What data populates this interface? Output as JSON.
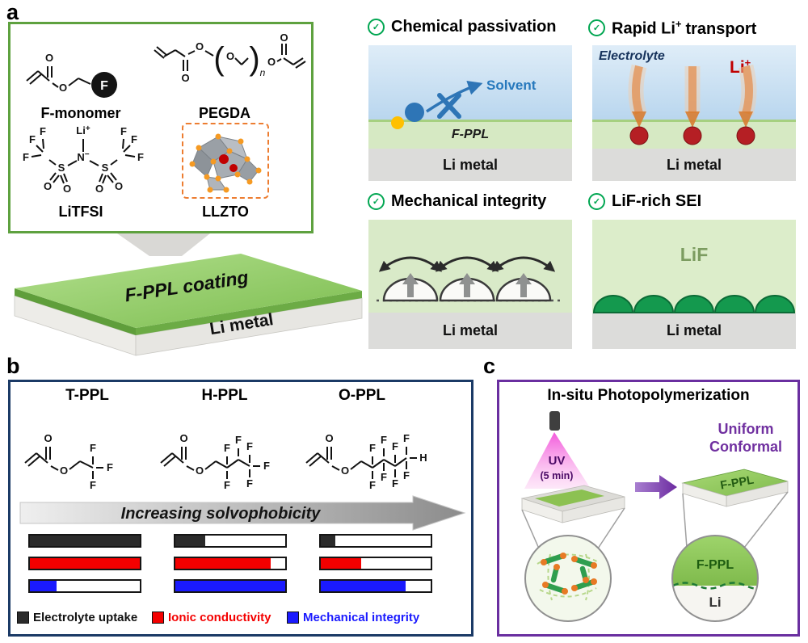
{
  "colors": {
    "panel_a_border": "#5ea13f",
    "panel_b_border": "#1b3a66",
    "panel_c_border": "#6a2fa0",
    "check_green": "#00a651",
    "coating_green": "#8cc152",
    "solvent_blue": "#2779bd",
    "ion_red": "#c00000",
    "orange_arrow": "#d87c30",
    "lif_green": "#14994e",
    "purple_text": "#7030a0"
  },
  "icons": {
    "check": "✓"
  },
  "tokens": {
    "O": "O",
    "F": "F",
    "N": "N",
    "S": "S",
    "Li": "Li",
    "plus": "+",
    "minus": "−",
    "n": "n",
    "H": "H",
    "lparen": "(",
    "rparen": ")"
  },
  "panel_a": {
    "label": "a",
    "monomers": {
      "f_monomer": "F-monomer",
      "pegda": "PEGDA",
      "litfsi": "LiTFSI",
      "llzto": "LLZTO"
    },
    "slab": {
      "coating": "F-PPL coating",
      "metal": "Li metal"
    },
    "features": {
      "passivation": {
        "title": "Chemical passivation",
        "solvent": "Solvent",
        "layer": "F-PPL",
        "metal": "Li metal"
      },
      "transport": {
        "title_pre": "Rapid Li",
        "title_sup": "+",
        "title_post": "transport",
        "electrolyte": "Electrolyte",
        "ion": "Li",
        "ion_sup": "+",
        "metal": "Li metal"
      },
      "mechanical": {
        "title": "Mechanical integrity",
        "metal": "Li metal"
      },
      "sei": {
        "title": "LiF-rich SEI",
        "layer": "LiF",
        "metal": "Li metal"
      }
    }
  },
  "panel_b": {
    "label": "b",
    "structures": [
      {
        "name": "T-PPL"
      },
      {
        "name": "H-PPL"
      },
      {
        "name": "O-PPL"
      }
    ],
    "arrow_label": "Increasing solvophobicity",
    "legend": [
      {
        "label": "Electrolyte uptake",
        "color": "#2b2b2b"
      },
      {
        "label": "Ionic conductivity",
        "color": "#f40000"
      },
      {
        "label": "Mechanical integrity",
        "color": "#1a1aff"
      }
    ]
  },
  "chart_data": {
    "type": "bar",
    "title": "Qualitative property comparison of T-PPL, H-PPL and O-PPL (bar fill as % of full bar; no numeric axis shown)",
    "categories": [
      "T-PPL",
      "H-PPL",
      "O-PPL"
    ],
    "series": [
      {
        "name": "Electrolyte uptake",
        "color": "#2b2b2b",
        "values": [
          100,
          27,
          13
        ]
      },
      {
        "name": "Ionic conductivity",
        "color": "#f40000",
        "values": [
          100,
          87,
          37
        ]
      },
      {
        "name": "Mechanical integrity",
        "color": "#1a1aff",
        "values": [
          24,
          100,
          77
        ]
      }
    ],
    "xlabel": "Increasing solvophobicity",
    "ylim": [
      0,
      100
    ],
    "grid": false,
    "legend_position": "bottom"
  },
  "panel_c": {
    "label": "c",
    "title": "In-situ Photopolymerization",
    "uv_line1": "UV",
    "uv_line2": "(5 min)",
    "result_line1": "Uniform",
    "result_line2": "Conformal",
    "coating_label": "F-PPL",
    "inset": {
      "coating": "F-PPL",
      "metal": "Li"
    }
  }
}
